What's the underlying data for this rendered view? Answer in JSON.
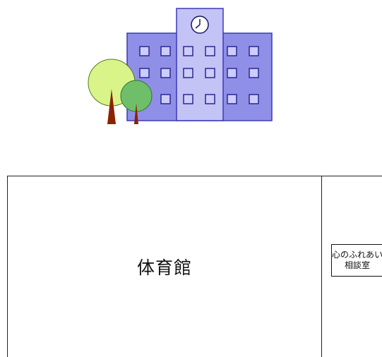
{
  "floor_plan": {
    "gym_label": "体育館",
    "counseling_sign": {
      "line1": "心のふれあい",
      "line2": "相談室"
    }
  },
  "colors": {
    "building_fill": "#8f8fe8",
    "building_stroke": "#3a3ab8",
    "tower_fill": "#c3c3f5",
    "window_fill": "#ccccff",
    "tree_large_fill": "#d9f58a",
    "tree_small_fill": "#6fbf6a",
    "trunk_fill": "#8b2200"
  },
  "icons": {
    "school_building": "school-building-icon",
    "clock": "clock-icon",
    "trees": "tree-icon"
  }
}
